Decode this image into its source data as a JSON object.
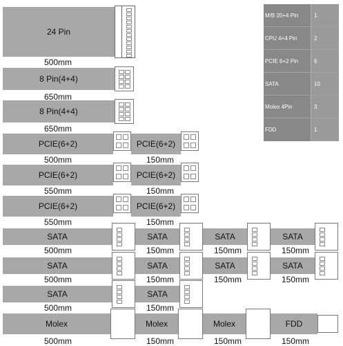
{
  "table": [
    {
      "name": "M/B 20+4 Pin",
      "qty": "1"
    },
    {
      "name": "CPU 4+4 Pin",
      "qty": "2"
    },
    {
      "name": "PCIE 6+2 Pin",
      "qty": "6"
    },
    {
      "name": "SATA",
      "qty": "10"
    },
    {
      "name": "Molex 4Pin",
      "qty": "3"
    },
    {
      "name": "FDD",
      "qty": "1"
    }
  ],
  "cables": {
    "atx24": {
      "label": "24 Pin",
      "length": "500mm"
    },
    "cpu1": {
      "label": "8 Pin(4+4)",
      "length": "650mm"
    },
    "cpu2": {
      "label": "8 Pin(4+4)",
      "length": "650mm"
    },
    "pcie1": {
      "label": "PCIE(6+2)",
      "length": "500mm",
      "ext_label": "PCIE(6+2)",
      "ext_length": "150mm"
    },
    "pcie2": {
      "label": "PCIE(6+2)",
      "length": "550mm",
      "ext_label": "PCIE(6+2)",
      "ext_length": "150mm"
    },
    "pcie3": {
      "label": "PCIE(6+2)",
      "length": "550mm",
      "ext_label": "PCIE(6+2)",
      "ext_length": "150mm"
    },
    "sata1": {
      "labels": [
        "SATA",
        "SATA",
        "SATA",
        "SATA"
      ],
      "lengths": [
        "500mm",
        "150mm",
        "150mm",
        "150mm"
      ]
    },
    "sata2": {
      "labels": [
        "SATA",
        "SATA",
        "SATA",
        "SATA"
      ],
      "lengths": [
        "500mm",
        "150mm",
        "150mm",
        "150mm"
      ]
    },
    "sata3": {
      "labels": [
        "SATA",
        "SATA"
      ],
      "lengths": [
        "500mm",
        "150mm"
      ]
    },
    "molex": {
      "labels": [
        "Molex",
        "Molex",
        "Molex",
        "FDD"
      ],
      "lengths": [
        "500mm",
        "150mm",
        "150mm",
        "150mm"
      ]
    }
  }
}
